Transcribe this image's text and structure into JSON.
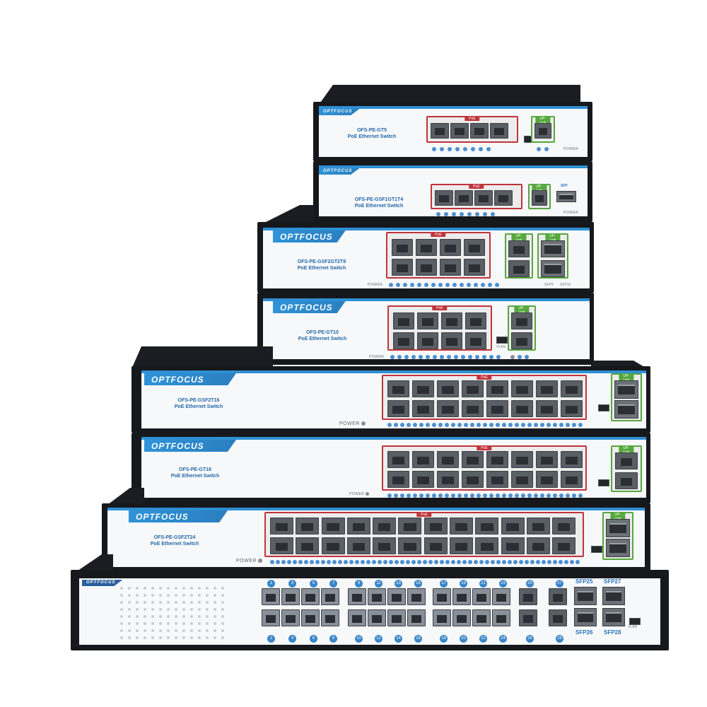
{
  "brand_name": "OPTFOCUS",
  "switches": [
    {
      "id": "gt5",
      "model": "OFS-PE-GT5",
      "type": "PoE Ethernet Switch",
      "poe_label": "PoE",
      "uplink_label": "UP-Link",
      "power_label": "POWER"
    },
    {
      "id": "gsf1gt1t4",
      "model": "OFS-PE-GSF1GT1T4",
      "type": "PoE Ethernet Switch",
      "poe_label": "PoE",
      "uplink_label": "UP-Link",
      "sfp_label": "SFP",
      "power_label": "POWER"
    },
    {
      "id": "gsf2gt2t8",
      "model": "OFS-PE-GSF2GT2T8",
      "type": "PoE Ethernet Switch",
      "poe_label": "PoE",
      "uplink_label": "UP-Link",
      "uplink2_label": "UP-Link",
      "power_label": "POWER",
      "sfp_ports": [
        "SFP9",
        "SFP10"
      ]
    },
    {
      "id": "gt10",
      "model": "OFS-PE-GT10",
      "type": "PoE Ethernet Switch",
      "poe_label": "PoE",
      "uplink_label": "UP-Link",
      "power_label": "POWER",
      "vlan_label": "VLAN"
    },
    {
      "id": "gsf2t16",
      "model": "OFS-PE-GSF2T16",
      "type": "PoE Ethernet Switch",
      "poe_label": "PoE",
      "uplink_label": "UP-Link",
      "power_label": "POWER"
    },
    {
      "id": "gt18",
      "model": "OFS-PE-GT18",
      "type": "PoE Ethernet Switch",
      "poe_label": "PoE",
      "uplink_label": "UP-Link",
      "power_label": "POWER"
    },
    {
      "id": "gsf2t24",
      "model": "OFS-PE-GSF2T24",
      "type": "PoE Ethernet Switch",
      "poe_label": "PoE",
      "uplink_label": "UP-Link",
      "power_label": "POWER"
    },
    {
      "id": "big28",
      "model": "",
      "type": "",
      "vlan_label": "VLAN",
      "sfp_labels": [
        "SFP25",
        "SFP27",
        "SFP26",
        "SFP28"
      ]
    }
  ],
  "big28_top_numbers": [
    "1",
    "3",
    "5",
    "7",
    "9",
    "11",
    "13",
    "15",
    "17",
    "19",
    "21",
    "23",
    "25",
    "27"
  ],
  "big28_bottom_numbers": [
    "2",
    "4",
    "6",
    "8",
    "10",
    "12",
    "14",
    "16",
    "18",
    "20",
    "22",
    "24",
    "26",
    "28"
  ]
}
